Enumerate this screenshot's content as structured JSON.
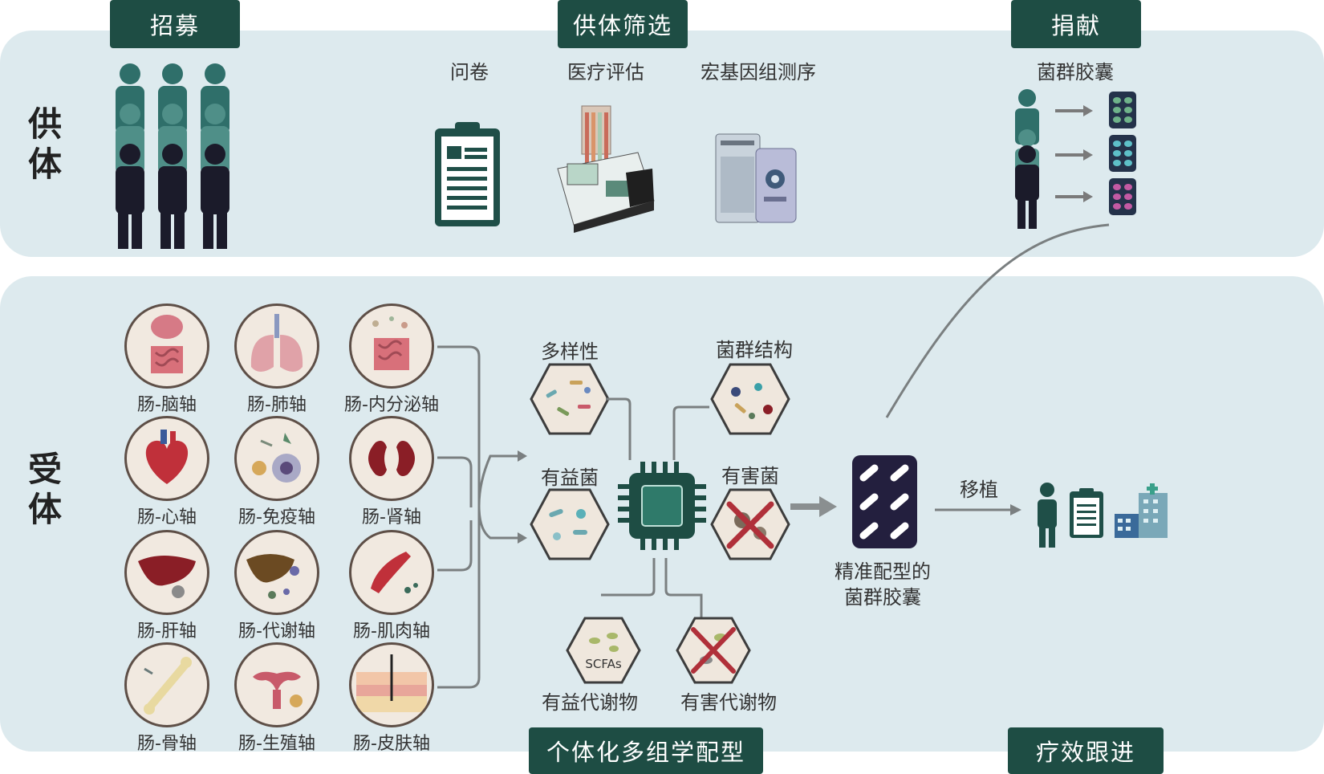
{
  "donor": {
    "side_label": "供体",
    "stages": {
      "recruit": "招募",
      "screening": "供体筛选",
      "donate": "捐献"
    },
    "screening_items": [
      "问卷",
      "医疗评估",
      "宏基因组测序"
    ],
    "capsule_label": "菌群胶囊"
  },
  "recipient": {
    "side_label": "受体",
    "axes": [
      "肠-脑轴",
      "肠-肺轴",
      "肠-内分泌轴",
      "肠-心轴",
      "肠-免疫轴",
      "肠-肾轴",
      "肠-肝轴",
      "肠-代谢轴",
      "肠-肌肉轴",
      "肠-骨轴",
      "肠-生殖轴",
      "肠-皮肤轴"
    ],
    "features": {
      "diversity": "多样性",
      "structure": "菌群结构",
      "beneficial": "有益菌",
      "harmful": "有害菌",
      "scfa": "SCFAs",
      "beneficial_metabolites": "有益代谢物",
      "harmful_metabolites": "有害代谢物"
    },
    "capsule_label_line1": "精准配型的",
    "capsule_label_line2": "菌群胶囊",
    "transplant": "移植",
    "stages": {
      "matching": "个体化多组学配型",
      "followup": "疗效跟进"
    }
  },
  "colors": {
    "tag_bg": "#1e4d44",
    "panel_bg": "#ddeaee",
    "hex_fill": "#efe7dd",
    "hex_stroke": "#3d3d3d",
    "x_mark": "#b0303a"
  }
}
